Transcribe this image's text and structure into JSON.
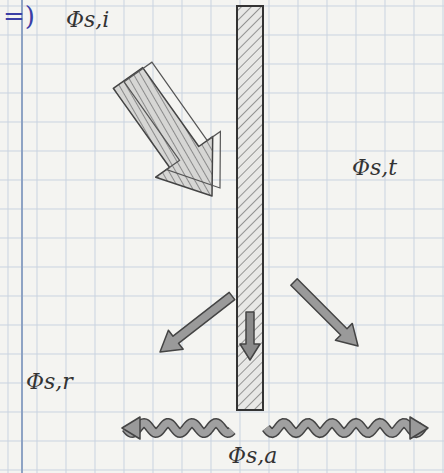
{
  "diagram": {
    "labels": [
      "=)",
      "Φs,i",
      "Φs,t",
      "Φs,r",
      "Φs,a"
    ]
  }
}
